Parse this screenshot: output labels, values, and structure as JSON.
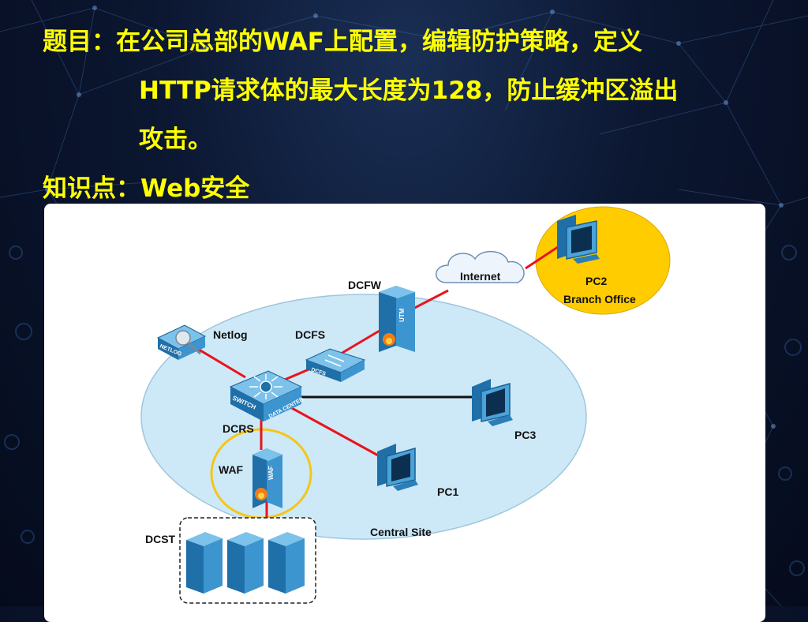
{
  "question": {
    "line1": "题目：在公司总部的WAF上配置，编辑防护策略，定义",
    "line2": "HTTP请求体的最大长度为128，防止缓冲区溢出",
    "line3": "攻击。",
    "line4": "知识点：Web安全"
  },
  "diagram": {
    "labels": {
      "internet": "Internet",
      "pc2": "PC2",
      "branch_office": "Branch Office",
      "dcfw": "DCFW",
      "netlog": "Netlog",
      "dcfs": "DCFS",
      "dcrs": "DCRS",
      "pc3": "PC3",
      "waf": "WAF",
      "pc1": "PC1",
      "central_site": "Central Site",
      "dcst": "DCST"
    },
    "device_text": {
      "netlog": "NETLOG",
      "dcfs": "DCFS",
      "switch": "SWITCH",
      "data_center": "DATA CENTER",
      "utm": "UTM",
      "waf": "WAF"
    },
    "colors": {
      "title_text": "#ffff00",
      "central_site_area": "#cde9f7",
      "branch_office_area": "#ffcc00",
      "waf_highlight": "#f5c518",
      "link_red": "#e8141c",
      "link_black": "#111111"
    }
  }
}
